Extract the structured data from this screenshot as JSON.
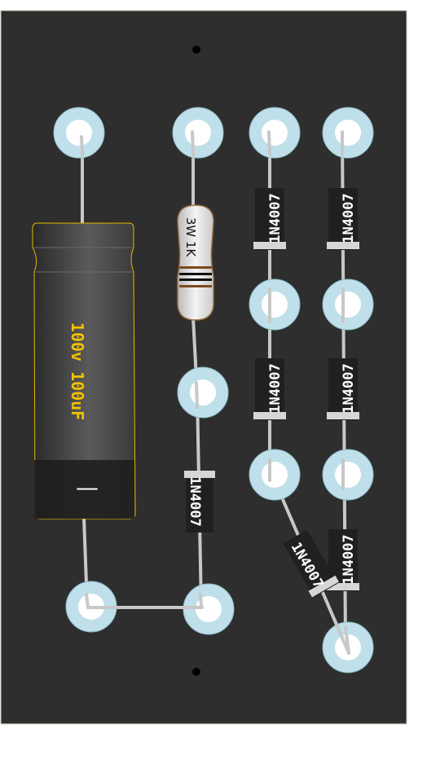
{
  "board": {
    "background": "#2e2e2e",
    "border": "#c8c8b4",
    "pad_color": "#bfe0ea",
    "wire_color": "#c8c8c8"
  },
  "capacitor": {
    "label": "100v 100uF",
    "polarity_mark": "—",
    "label_color": "#f2c200"
  },
  "resistor": {
    "label": "3W 1K"
  },
  "diodes": [
    {
      "id": "d-left",
      "label": "1N4007"
    },
    {
      "id": "d-mid-top",
      "label": "1N4007"
    },
    {
      "id": "d-mid-mid",
      "label": "1N4007"
    },
    {
      "id": "d-right-top",
      "label": "1N4007"
    },
    {
      "id": "d-right-mid",
      "label": "1N4007"
    },
    {
      "id": "d-right-bot",
      "label": "1N4007"
    },
    {
      "id": "d-diag",
      "label": "1N4007"
    }
  ]
}
